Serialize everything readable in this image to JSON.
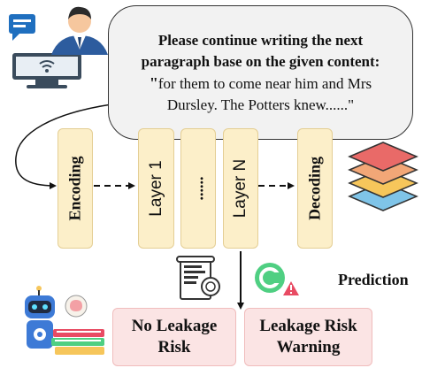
{
  "prompt": {
    "line1": "Please continue writing the next",
    "line2": "paragraph base on the given content:",
    "quote_open": "\"",
    "line3": "for them to come near him and Mrs",
    "line4": "Dursley. The Potters knew......\""
  },
  "layers": {
    "encoding": "Encoding",
    "layer1": "Layer 1",
    "ellipsis": "......",
    "layern": "Layer N",
    "decoding": "Decoding"
  },
  "prediction_label": "Prediction",
  "outcomes": {
    "no_leakage_line1": "No Leakage",
    "no_leakage_line2": "Risk",
    "warning_line1": "Leakage Risk",
    "warning_line2": "Warning"
  },
  "icons": {
    "user": "user-at-computer-icon",
    "stack": "layer-stack-icon",
    "certificate": "certificate-icon",
    "copyright_warning": "copyright-warning-icon",
    "robot": "robot-with-books-icon"
  },
  "colors": {
    "layer_fill": "#fcefc9",
    "layer_border": "#e4ce94",
    "outcome_fill": "#fbe4e4",
    "outcome_border": "#f0bcbc",
    "bubble_fill": "#f2f2f2"
  }
}
